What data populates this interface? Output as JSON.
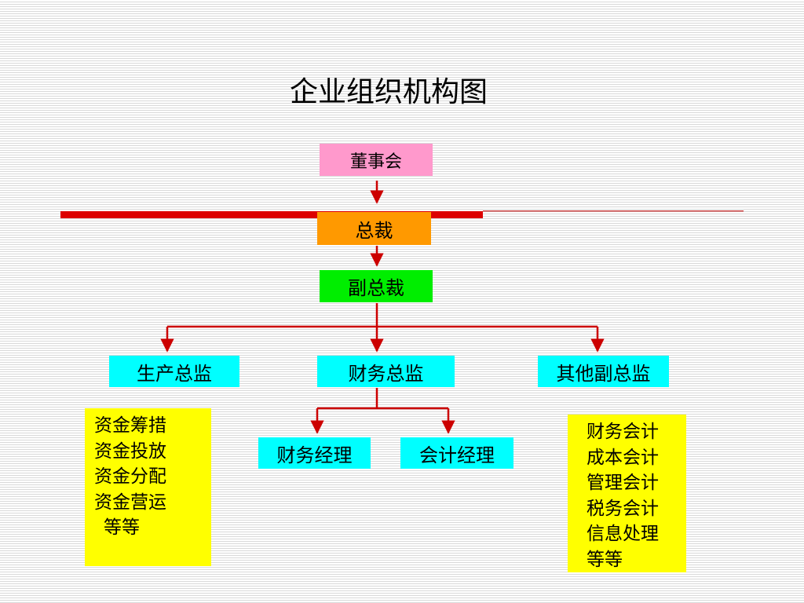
{
  "title": "企业组织机构图",
  "colors": {
    "board": "#ff99cc",
    "ceo": "#ff9900",
    "vp": "#00ee00",
    "director": "#00ffff",
    "manager": "#00ffff",
    "notes": "#ffff00",
    "connector": "#cc0000"
  },
  "nodes": {
    "board": "董事会",
    "ceo": "总裁",
    "vp": "副总裁",
    "production_director": "生产总监",
    "finance_director": "财务总监",
    "other_vp": "其他副总监",
    "finance_manager": "财务经理",
    "accounting_manager": "会计经理"
  },
  "production_notes": [
    "资金筹措",
    "资金投放",
    "资金分配",
    "资金营运",
    "等等"
  ],
  "accounting_notes": [
    "财务会计",
    "成本会计",
    "管理会计",
    "税务会计",
    "信息处理",
    "等等"
  ]
}
